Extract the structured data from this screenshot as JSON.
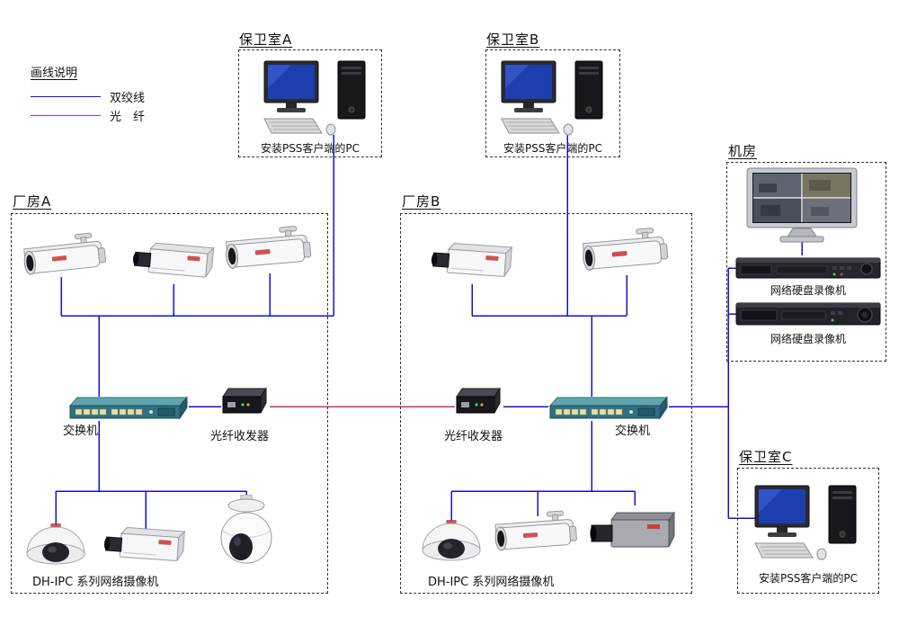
{
  "colors": {
    "twisted_pair": "#1413cd",
    "fiber": "#d02f6a",
    "box_border": "#333333",
    "background": "#ffffff"
  },
  "legend": {
    "title": "画线说明",
    "items": [
      {
        "label": "双绞线",
        "type": "twisted-pair"
      },
      {
        "label": "光　纤",
        "type": "fiber"
      }
    ]
  },
  "rooms": {
    "guard_a": {
      "title": "保卫室A",
      "pc_label": "安装PSS客户端的PC"
    },
    "guard_b": {
      "title": "保卫室B",
      "pc_label": "安装PSS客户端的PC"
    },
    "guard_c": {
      "title": "保卫室C",
      "pc_label": "安装PSS客户端的PC"
    },
    "server_room": {
      "title": "机房",
      "nvr1_label": "网络硬盘录像机",
      "nvr2_label": "网络硬盘录像机"
    },
    "plant_a": {
      "title": "厂房A",
      "switch_label": "交换机",
      "transceiver_label": "光纤收发器",
      "cameras_label": "DH-IPC  系列网络摄像机"
    },
    "plant_b": {
      "title": "厂房B",
      "switch_label": "交换机",
      "transceiver_label": "光纤收发器",
      "cameras_label": "DH-IPC  系列网络摄像机"
    }
  }
}
